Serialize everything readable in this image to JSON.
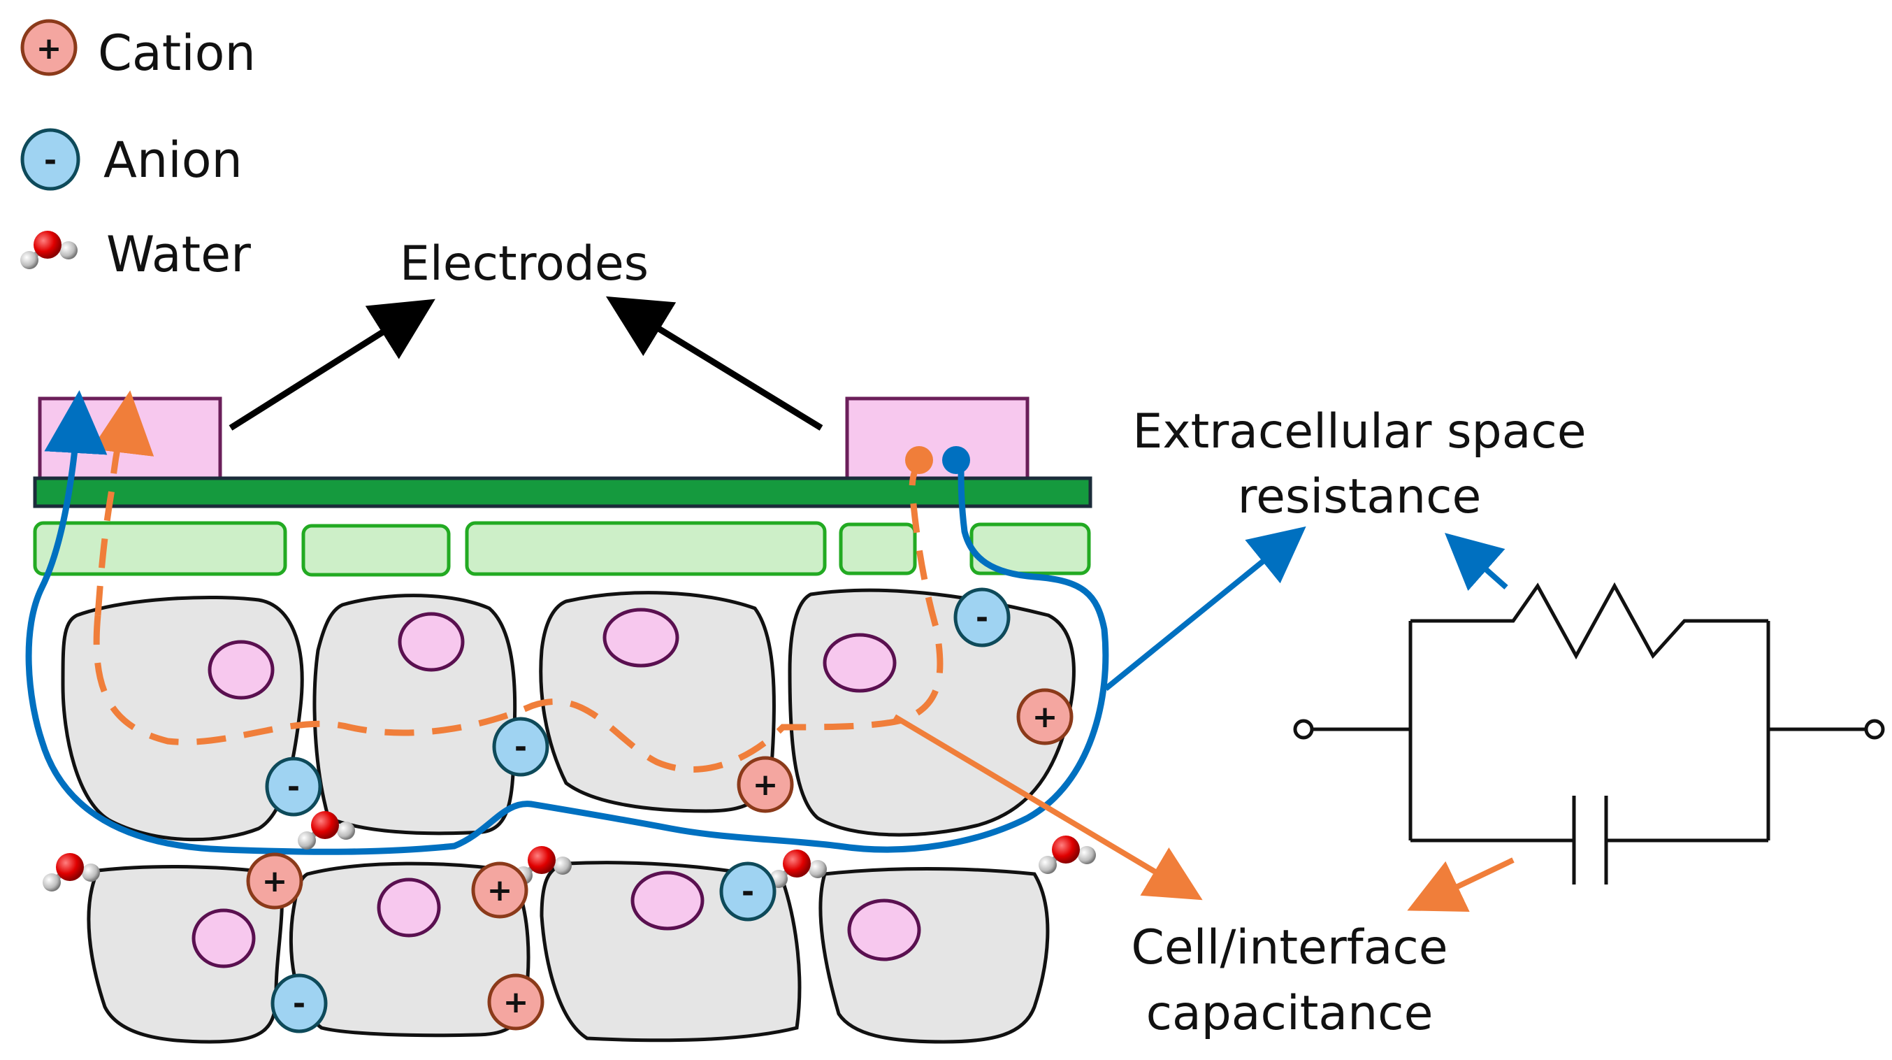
{
  "legend": {
    "cation": "Cation",
    "anion": "Anion",
    "water": "Water"
  },
  "labels": {
    "electrodes": "Electrodes",
    "ecs_line1": "Extracellular space",
    "ecs_line2": "resistance",
    "cap_line1": "Cell/interface",
    "cap_line2": "capacitance"
  },
  "symbols": {
    "plus": "+",
    "minus": "-"
  },
  "colors": {
    "resistance_path": "#0070C0",
    "capacitance_path": "#F07E3A",
    "electrode_fill": "#F7C8EE",
    "substrate_green": "#159A3E",
    "layer_green": "#CDEFC8",
    "cell_fill": "#E5E5E5",
    "nucleus_fill": "#F7C8EE",
    "cation_fill": "#F4A6A0",
    "anion_fill": "#9FD3F2"
  }
}
